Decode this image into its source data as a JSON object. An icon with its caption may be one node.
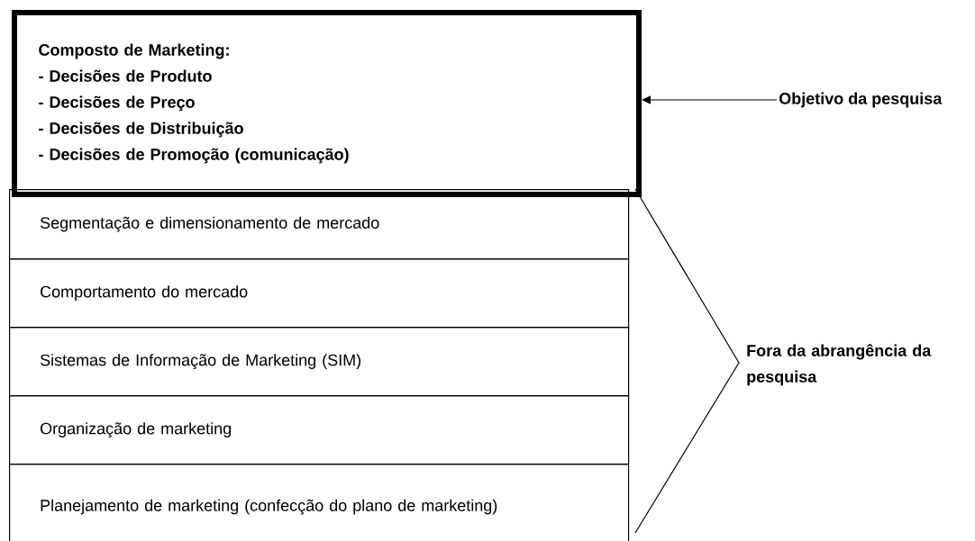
{
  "diagram": {
    "nodes": [
      {
        "text": [
          "Composto de Marketing:",
          "- Decisões de Produto",
          "- Decisões de Preço",
          "- Decisões de Distribuição",
          "- Decisões de Promoção (comunicação)"
        ]
      },
      {
        "text": [
          "Segmentação e dimensionamento de mercado"
        ]
      },
      {
        "text": [
          "Comportamento do mercado"
        ]
      },
      {
        "text": [
          "Sistemas de Informação de Marketing (SIM)"
        ]
      },
      {
        "text": [
          "Organização de marketing"
        ]
      },
      {
        "text": [
          "Planejamento de marketing (confecção do plano de marketing)"
        ]
      },
      {
        "text": [
          "Objetivo da pesquisa"
        ]
      }
    ],
    "edges": [
      {
        "from": 6,
        "to": 0,
        "arrow": "to"
      }
    ],
    "labels": [
      "Fora da abrangência da pesquisa"
    ]
  }
}
